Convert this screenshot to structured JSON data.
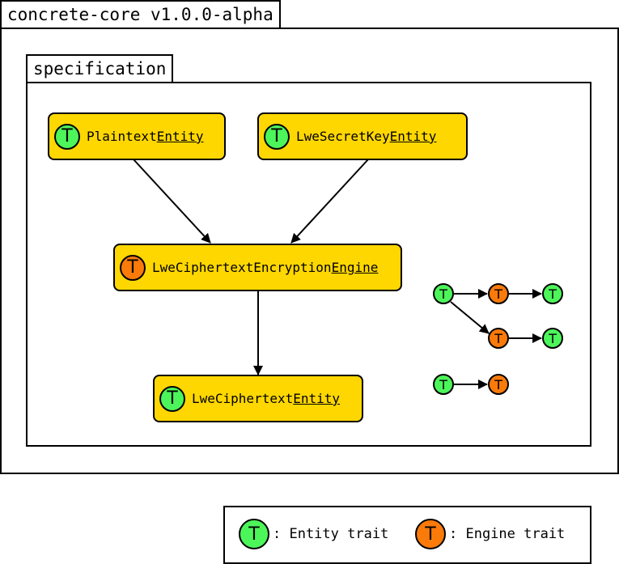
{
  "package": {
    "title": "concrete-core v1.0.0-alpha"
  },
  "module": {
    "title": "specification"
  },
  "nodes": {
    "plaintext": {
      "prefix": "Plaintext",
      "suffix": "Entity",
      "badge": "T"
    },
    "secret_key": {
      "prefix": "LweSecretKey",
      "suffix": "Entity",
      "badge": "T"
    },
    "engine": {
      "prefix": "LweCiphertextEncryption",
      "suffix": "Engine",
      "badge": "T"
    },
    "ciphertext": {
      "prefix": "LweCiphertext",
      "suffix": "Entity",
      "badge": "T"
    }
  },
  "mini_badge": "T",
  "legend": {
    "entity_badge": "T",
    "entity_label": ": Entity trait",
    "engine_badge": "T",
    "engine_label": ": Engine trait"
  },
  "colors": {
    "entity": "#4CF55A",
    "engine": "#FA7A0A",
    "node_fill": "#FFD700"
  }
}
